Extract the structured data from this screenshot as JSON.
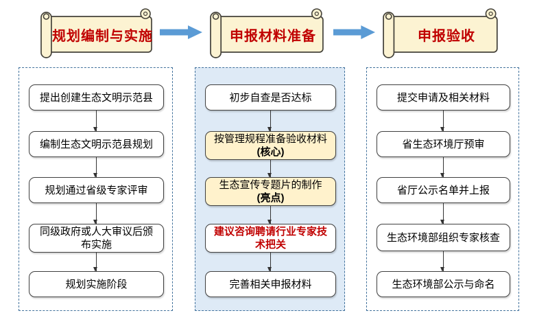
{
  "colors": {
    "banner_fill": "#FCF3D2",
    "banner_stroke": "#44423A",
    "banner_text": "#C00000",
    "arrow_blue": "#5B9BD5",
    "dashed_border": "#41719C",
    "column2_bg": "#DEEAF6",
    "box_border": "#3F3F3F",
    "highlight_fill": "#FFF2CC",
    "red_text": "#C00000",
    "connector": "#333333"
  },
  "banners": [
    {
      "label": "规划编制与实施"
    },
    {
      "label": "申报材料准备"
    },
    {
      "label": "申报验收"
    }
  ],
  "columns": [
    {
      "boxes": [
        {
          "text": "提出创建生态文明示范县"
        },
        {
          "text": "编制生态文明示范县规划"
        },
        {
          "text": "规划通过省级专家评审"
        },
        {
          "text": "同级政府或人大审议后颁布实施"
        },
        {
          "text": "规划实施阶段"
        }
      ]
    },
    {
      "boxes": [
        {
          "text": "初步自查是否达标"
        },
        {
          "text": "按管理规程准备验收材料",
          "subtext": "(核心)"
        },
        {
          "text": "生态宣传专题片的制作",
          "subtext": "(亮点)"
        },
        {
          "text": "建议咨询聘请行业专家技术把关"
        },
        {
          "text": "完善相关申报材料"
        }
      ]
    },
    {
      "boxes": [
        {
          "text": "提交申请及相关材料"
        },
        {
          "text": "省生态环境厅预审"
        },
        {
          "text": "省厅公示名单并上报"
        },
        {
          "text": "生态环境部组织专家核查"
        },
        {
          "text": "生态环境部公示与命名"
        }
      ]
    }
  ]
}
